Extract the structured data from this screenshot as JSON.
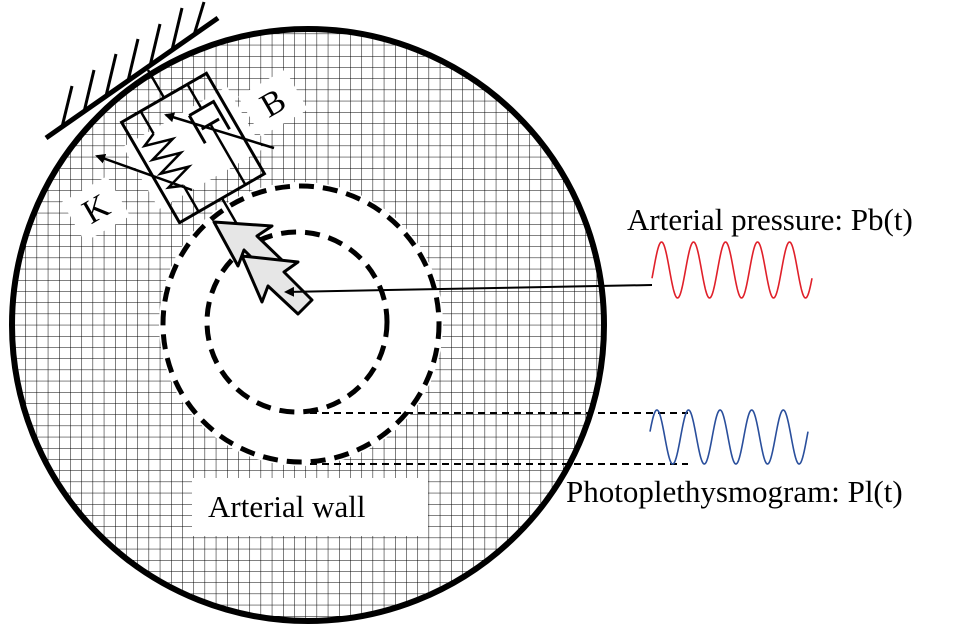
{
  "labels": {
    "spring_constant": "K",
    "damper_constant": "B",
    "arterial_pressure": "Arterial pressure: Pb(t)",
    "photoplethysmogram": "Photoplethysmogram: Pl(t)",
    "arterial_wall": "Arterial wall"
  },
  "colors": {
    "pressure_wave": "#e0202a",
    "ppg_wave": "#2a4f9c",
    "outline": "#000000",
    "grid": "#000000",
    "arrow_fill": "#e6e6e6"
  },
  "icons": {
    "tissue": "grid-hatch",
    "ground": "hatched-wall",
    "spring": "zigzag-spring",
    "damper": "dashpot",
    "force_arrow": "block-arrow"
  }
}
